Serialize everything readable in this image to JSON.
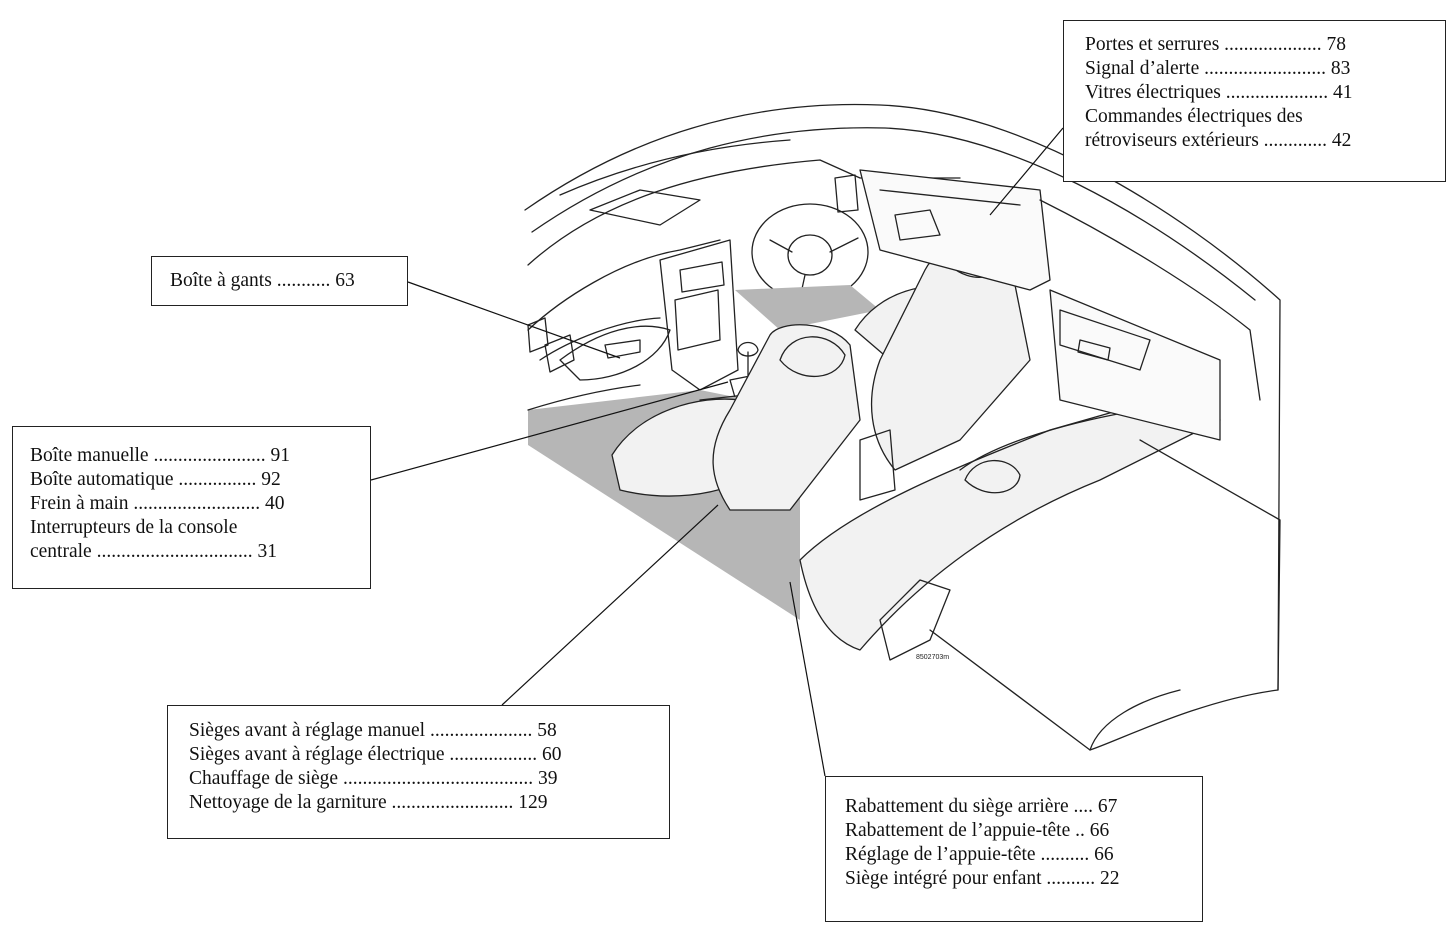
{
  "image_code": "8502703m",
  "callouts": {
    "glovebox": {
      "lines": [
        "Boîte à gants ........... 63"
      ]
    },
    "doors": {
      "lines": [
        "Portes et serrures .................... 78",
        "Signal d’alerte ......................... 83",
        "Vitres électriques ..................... 41",
        "Commandes électriques des",
        "rétroviseurs extérieurs ............. 42"
      ]
    },
    "console": {
      "lines": [
        "Boîte manuelle ....................... 91",
        "Boîte automatique ................ 92",
        "Frein à main .......................... 40",
        "Interrupteurs de la console",
        "centrale ................................ 31"
      ]
    },
    "seats": {
      "lines": [
        "Sièges avant à réglage manuel ..................... 58",
        "Sièges avant à réglage électrique .................. 60",
        "Chauffage de siège ....................................... 39",
        "Nettoyage de la garniture ......................... 129"
      ]
    },
    "rear": {
      "lines": [
        "Rabattement du siège arrière .... 67",
        "Rabattement de l’appuie-tête .. 66",
        "Réglage de l’appuie-tête .......... 66",
        "Siège intégré pour enfant .......... 22"
      ]
    }
  }
}
